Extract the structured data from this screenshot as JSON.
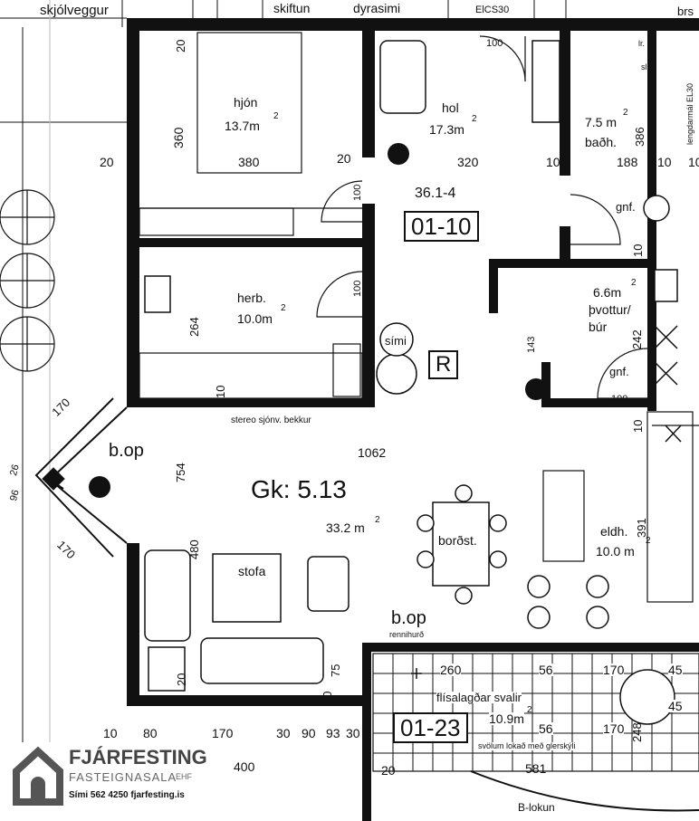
{
  "top_labels": {
    "outer_wall": "skjólveggur",
    "shelf": "skiftun",
    "door": "dyrasimi",
    "elec": "ElCS30",
    "brs": "brs"
  },
  "rooms": {
    "hjon": {
      "name": "hjón",
      "area": "13.7m",
      "sup": "2",
      "w": "380",
      "h": "360",
      "corner": "20"
    },
    "hol": {
      "name": "hol",
      "area": "17.3m",
      "sup": "2",
      "w": "320",
      "door": "100"
    },
    "bad": {
      "name_area": "7.5 m",
      "sup": "2",
      "name": "baðh.",
      "w": "188",
      "h": "386",
      "lr": "lr.",
      "sl": "sl.",
      "wall": "10"
    },
    "herb": {
      "name": "herb.",
      "area": "10.0m",
      "sup": "2",
      "h": "264"
    },
    "thvottur": {
      "area": "6.6m",
      "sup": "2",
      "name1": "þvottur/",
      "name2": "búr",
      "h": "242",
      "w2": "143"
    },
    "stofa": {
      "name": "stofa"
    },
    "eldh": {
      "name": "eldh.",
      "area": "10.0 m",
      "sup": "2",
      "h": "391"
    },
    "borost": {
      "name": "borðst."
    },
    "gk": {
      "label": "Gk: 5.13",
      "area": "33.2 m",
      "sup": "2"
    },
    "svalir": {
      "name": "flísalagðar svalir",
      "area": "10.9m",
      "sup": "2",
      "note": "svölum lokað með glerskýli",
      "w": "581"
    }
  },
  "apartment": {
    "code": "36.1-4",
    "id": "01-10",
    "r": "R",
    "balcony_id": "01-23"
  },
  "labels": {
    "simi": "sími",
    "gnf1": "gnf.",
    "gnf2": "gnf.",
    "stereo": "stereo sjónv. bekkur",
    "bop1": "b.op",
    "bop2": "b.op",
    "rennihurd": "rennihurð",
    "blokun": "B-lokun",
    "d1062": "1062",
    "d754": "754",
    "d480": "480",
    "d170a": "170",
    "d170b": "170",
    "d100a": "100",
    "d100b": "100",
    "d100c": "100",
    "d100d": "100",
    "d10a": "10",
    "d10b": "10",
    "d10c": "10",
    "d10d": "10",
    "d10e": "10",
    "d20a": "20",
    "d20b": "20",
    "d20c": "20",
    "d20d": "20",
    "d20e": "20",
    "d260": "260",
    "d56a": "56",
    "d56b": "56",
    "d170c": "170",
    "d170d": "170",
    "d45a": "45",
    "d45b": "45",
    "d248": "248",
    "d75": "75",
    "d93": "93",
    "d26": "26",
    "d96": "96",
    "lengd": "lengdarmál EL30"
  },
  "bottom_dims": [
    "10",
    "80",
    "170",
    "30",
    "90",
    "93",
    "30"
  ],
  "bottom_dims2": [
    "400",
    "20"
  ],
  "logo": {
    "brand": "FJÁRFESTING",
    "sub": "FASTEIGNASALA",
    "ehf": "EHF",
    "phone": "Sími 562 4250  fjarfesting.is"
  }
}
